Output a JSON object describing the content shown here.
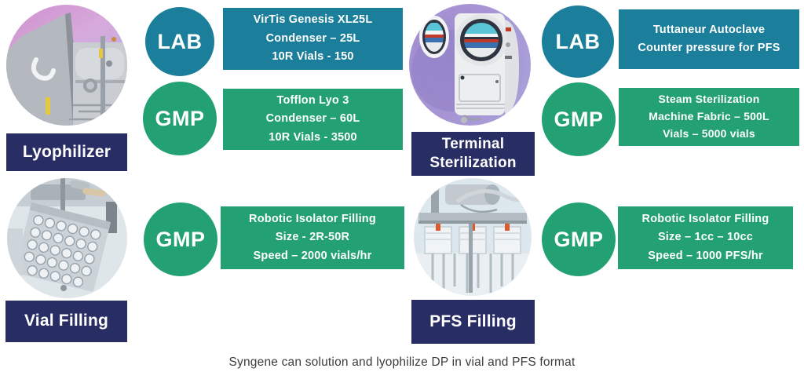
{
  "caption": "Syngene can solution and lyophilize DP in vial and PFS format",
  "colors": {
    "teal": "#1b7e9a",
    "green": "#23a173",
    "navy": "#282d64",
    "caption_text": "#3c3c3c"
  },
  "sections": {
    "lyophilizer": {
      "label": "Lyophilizer",
      "photo": "lyophilizer-machine-photo",
      "rows": [
        {
          "badge": "LAB",
          "lines": [
            "VirTis Genesis XL25L",
            "Condenser – 25L",
            "10R Vials - 150"
          ]
        },
        {
          "badge": "GMP",
          "lines": [
            "Tofflon Lyo 3",
            "Condenser – 60L",
            "10R Vials - 3500"
          ]
        }
      ]
    },
    "terminal_sterilization": {
      "label": "Terminal Sterilization",
      "photo": "autoclave-machine-photo",
      "rows": [
        {
          "badge": "LAB",
          "lines": [
            "Tuttaneur Autoclave",
            "Counter pressure for PFS"
          ]
        },
        {
          "badge": "GMP",
          "lines": [
            "Steam Sterilization",
            "Machine Fabric – 500L",
            "Vials – 5000 vials"
          ]
        }
      ]
    },
    "vial_filling": {
      "label": "Vial Filling",
      "photo": "vial-filling-machine-photo",
      "rows": [
        {
          "badge": "GMP",
          "lines": [
            "Robotic Isolator Filling",
            "Size - 2R-50R",
            "Speed – 2000 vials/hr"
          ]
        }
      ]
    },
    "pfs_filling": {
      "label": "PFS Filling",
      "photo": "pfs-filling-machine-photo",
      "rows": [
        {
          "badge": "GMP",
          "lines": [
            "Robotic Isolator Filling",
            "Size – 1cc – 10cc",
            "Speed – 1000 PFS/hr"
          ]
        }
      ]
    }
  }
}
